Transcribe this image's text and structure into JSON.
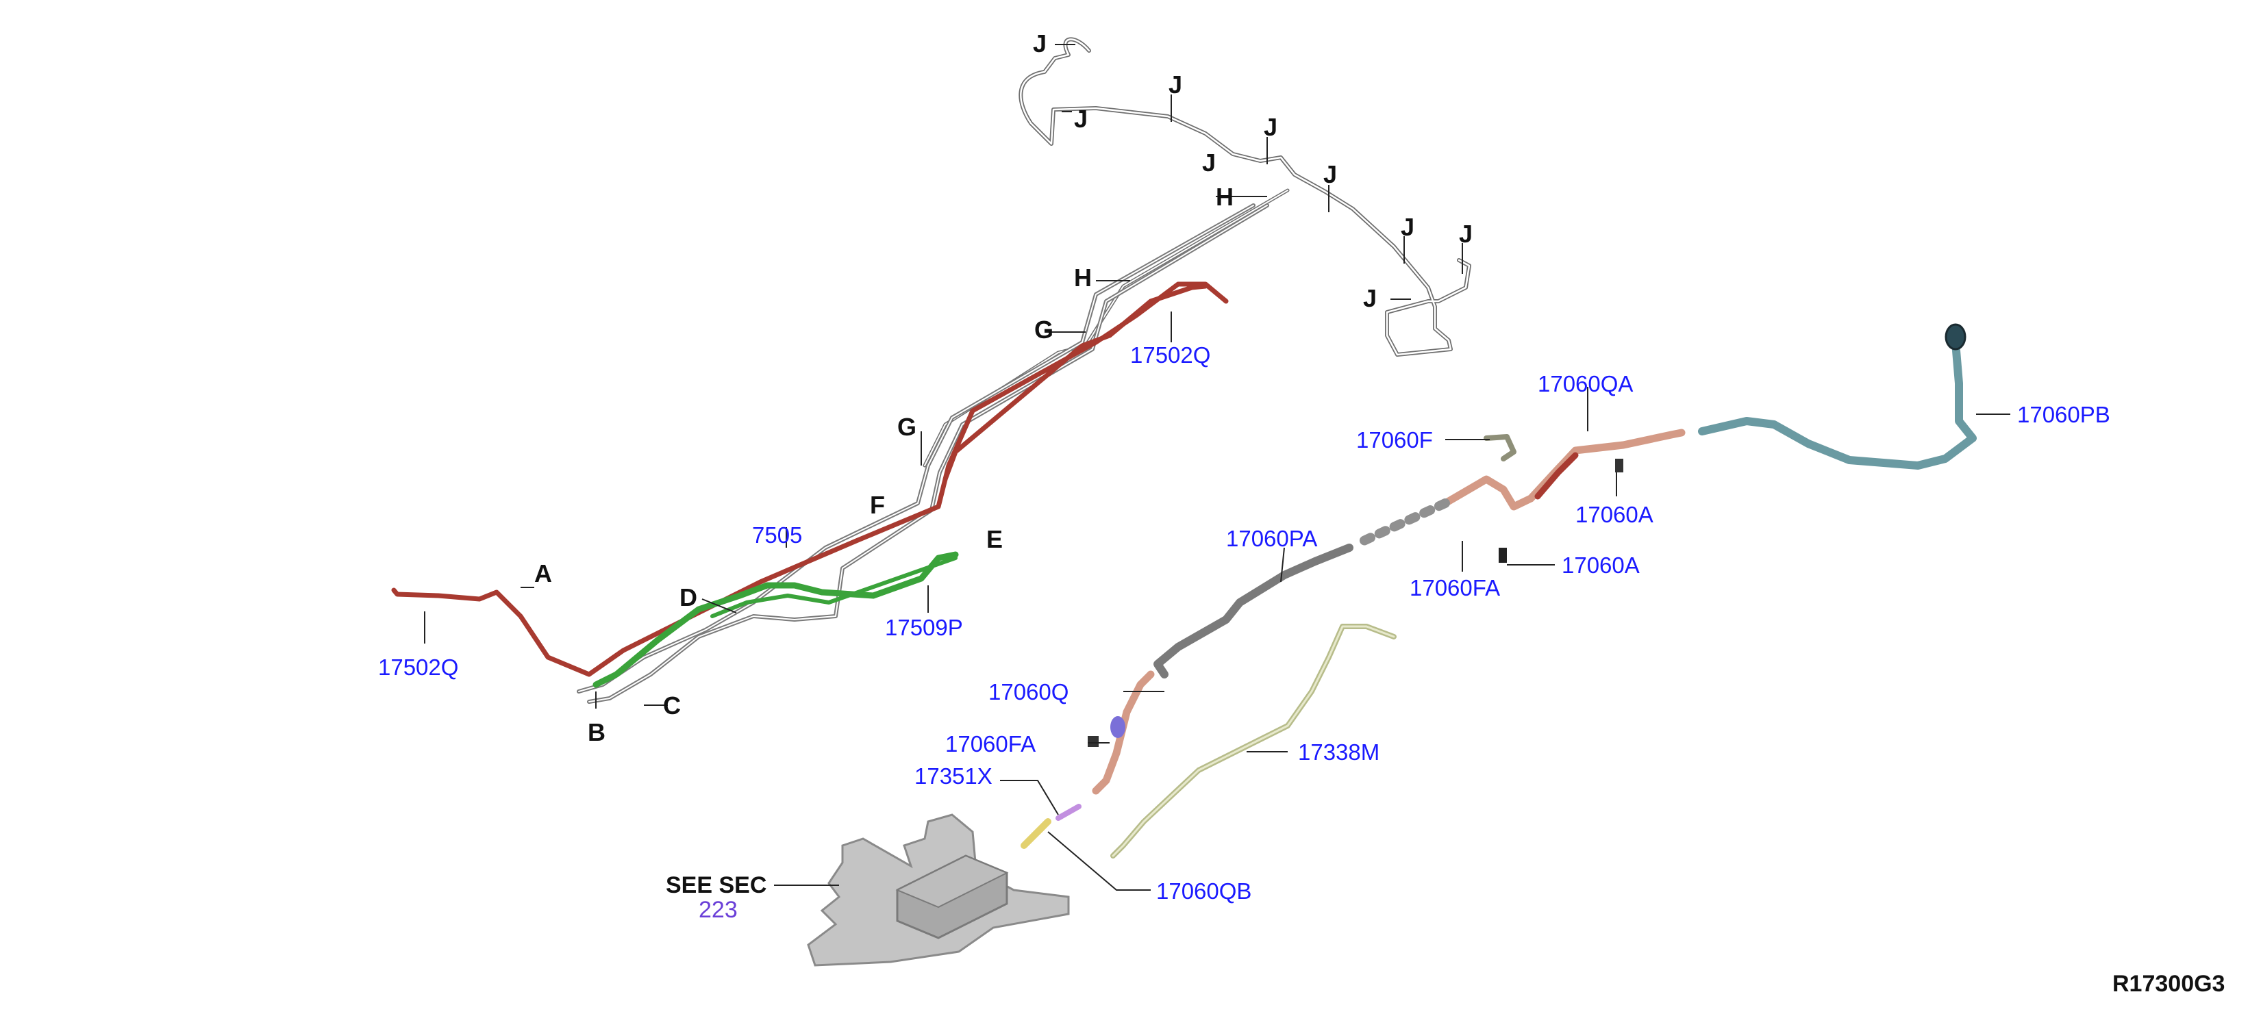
{
  "colors": {
    "part_number": "#1a1aff",
    "location_letter": "#111111",
    "section_ref": "#6a3fd8",
    "steel_tube": "#8a8a8a",
    "red_tube": "#a83a30",
    "green_tube": "#3aa33a",
    "salmon_hose": "#d49a86",
    "teal_hose": "#6a9aa2",
    "olive_hose": "#b7bc8a",
    "canister": "#b4b4b4"
  },
  "part_labels": [
    {
      "id": "p1",
      "text": "17502Q"
    },
    {
      "id": "p2",
      "text": "17502Q"
    },
    {
      "id": "p3",
      "text": "17509P"
    },
    {
      "id": "p4",
      "text": "7505"
    },
    {
      "id": "p5",
      "text": "17060QA"
    },
    {
      "id": "p6",
      "text": "17060PB"
    },
    {
      "id": "p7",
      "text": "17060F"
    },
    {
      "id": "p8",
      "text": "17060A"
    },
    {
      "id": "p9",
      "text": "17060FA"
    },
    {
      "id": "p10",
      "text": "17060A"
    },
    {
      "id": "p11",
      "text": "17060PA"
    },
    {
      "id": "p12",
      "text": "17060Q"
    },
    {
      "id": "p13",
      "text": "17060FA"
    },
    {
      "id": "p14",
      "text": "17351X"
    },
    {
      "id": "p15",
      "text": "17338M"
    },
    {
      "id": "p16",
      "text": "17060QB"
    }
  ],
  "location_labels": [
    "J",
    "J",
    "J",
    "J",
    "J",
    "J",
    "J",
    "J",
    "J",
    "H",
    "H",
    "G",
    "G",
    "F",
    "E",
    "A",
    "B",
    "C",
    "D"
  ],
  "section_reference": {
    "see_text": "SEE SEC",
    "section_number": "223"
  },
  "diagram_code": "R17300G3"
}
